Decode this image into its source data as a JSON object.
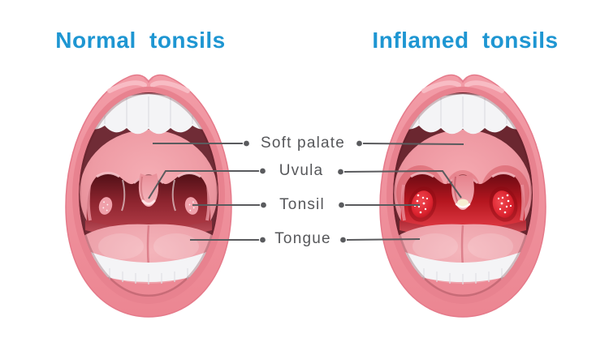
{
  "diagram": {
    "type": "medical-anatomy-comparison",
    "subject": "Tonsils: normal vs inflamed (open mouth view)",
    "left_panel": {
      "title": "Normal tonsils",
      "condition": "normal"
    },
    "right_panel": {
      "title": "Inflamed tonsils",
      "condition": "inflamed"
    },
    "annotations": [
      {
        "label": "Soft palate",
        "points_to": "upper pink palate area of both mouths"
      },
      {
        "label": "Uvula",
        "points_to": "central hanging drop above the throat in both mouths"
      },
      {
        "label": "Tonsil",
        "points_to": "small pink bump (normal) / enlarged red spotted mass (inflamed)"
      },
      {
        "label": "Tongue",
        "points_to": "large pink tongue at bottom of both mouths"
      }
    ],
    "colors": {
      "title_blue": "#1e96d2",
      "label_text_gray": "#56575a",
      "leader_line_gray": "#5a5b5e",
      "lip_pink": "#f0939f",
      "palate_pink": "#ee9ba4",
      "throat_dark_normal": "#8c242e",
      "throat_dark_inflamed": "#b5161f",
      "tonsil_normal": "#efa0aa",
      "tonsil_inflamed": "#dd2430",
      "pus_spots": "#ffffff",
      "uvula_tip_patch_inflamed": "#f6eed2",
      "tongue_pink": "#eda0a9",
      "teeth_white": "#f4f4f6",
      "background": "#ffffff"
    }
  }
}
